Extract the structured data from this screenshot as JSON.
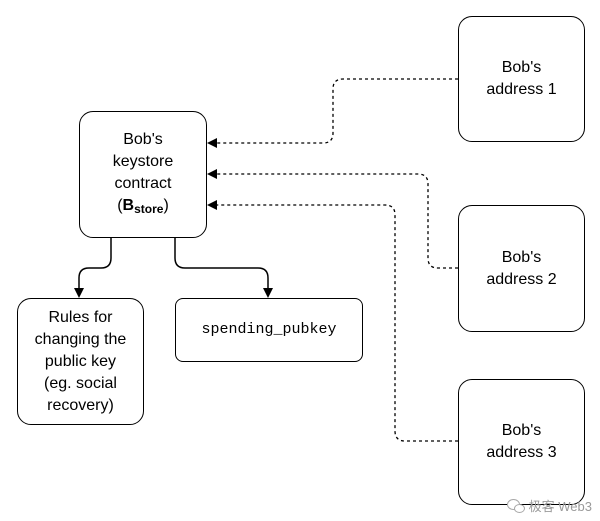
{
  "nodes": {
    "keystore": {
      "line1": "Bob's",
      "line2": "keystore",
      "line3": "contract",
      "paren_open": "(",
      "symbol": "B",
      "subscript": "store",
      "paren_close": ")"
    },
    "address1": {
      "line1": "Bob's",
      "line2": "address 1"
    },
    "address2": {
      "line1": "Bob's",
      "line2": "address 2"
    },
    "address3": {
      "line1": "Bob's",
      "line2": "address 3"
    },
    "rules": {
      "line1": "Rules for",
      "line2": "changing the",
      "line3": "public key",
      "line4": "(eg. social",
      "line5": "recovery)"
    },
    "pubkey": {
      "label": "spending_pubkey"
    }
  },
  "edges": [
    {
      "from": "address1",
      "to": "keystore",
      "style": "dashed"
    },
    {
      "from": "address2",
      "to": "keystore",
      "style": "dashed"
    },
    {
      "from": "address3",
      "to": "keystore",
      "style": "dashed"
    },
    {
      "from": "keystore",
      "to": "rules",
      "style": "solid"
    },
    {
      "from": "keystore",
      "to": "pubkey",
      "style": "solid"
    }
  ],
  "watermark": {
    "text": "极客 Web3",
    "icon": "wechat-icon"
  }
}
